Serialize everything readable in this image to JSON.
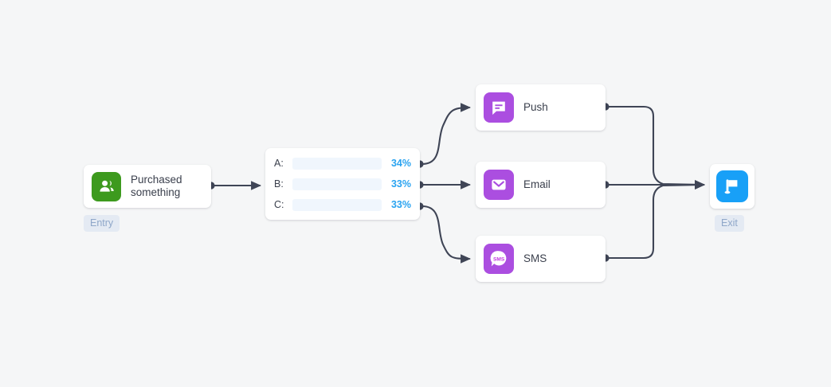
{
  "canvas": {
    "background": "#f5f6f7",
    "edge_color": "#3f4556",
    "accent_blue": "#1e9df4",
    "accent_green": "#3d9a1e",
    "accent_purple": "#ab4ee0",
    "accent_exit_blue": "#18a0f7",
    "badge_bg": "#e4eaf3",
    "badge_text": "#8fa7c9"
  },
  "entry": {
    "badge": "Entry",
    "label": "Purchased\nsomething",
    "icon": "people-icon"
  },
  "split": {
    "rows": [
      {
        "key": "A:",
        "percent": "34%",
        "value": 34,
        "fill_width": 25
      },
      {
        "key": "B:",
        "percent": "33%",
        "value": 33,
        "fill_width": 25
      },
      {
        "key": "C:",
        "percent": "33%",
        "value": 33,
        "fill_width": 25
      }
    ]
  },
  "channels": [
    {
      "name": "push",
      "label": "Push",
      "icon": "chat-bubble-icon"
    },
    {
      "name": "email",
      "label": "Email",
      "icon": "envelope-icon"
    },
    {
      "name": "sms",
      "label": "SMS",
      "icon": "sms-bubble-icon"
    }
  ],
  "exit": {
    "badge": "Exit",
    "icon": "flag-icon"
  }
}
